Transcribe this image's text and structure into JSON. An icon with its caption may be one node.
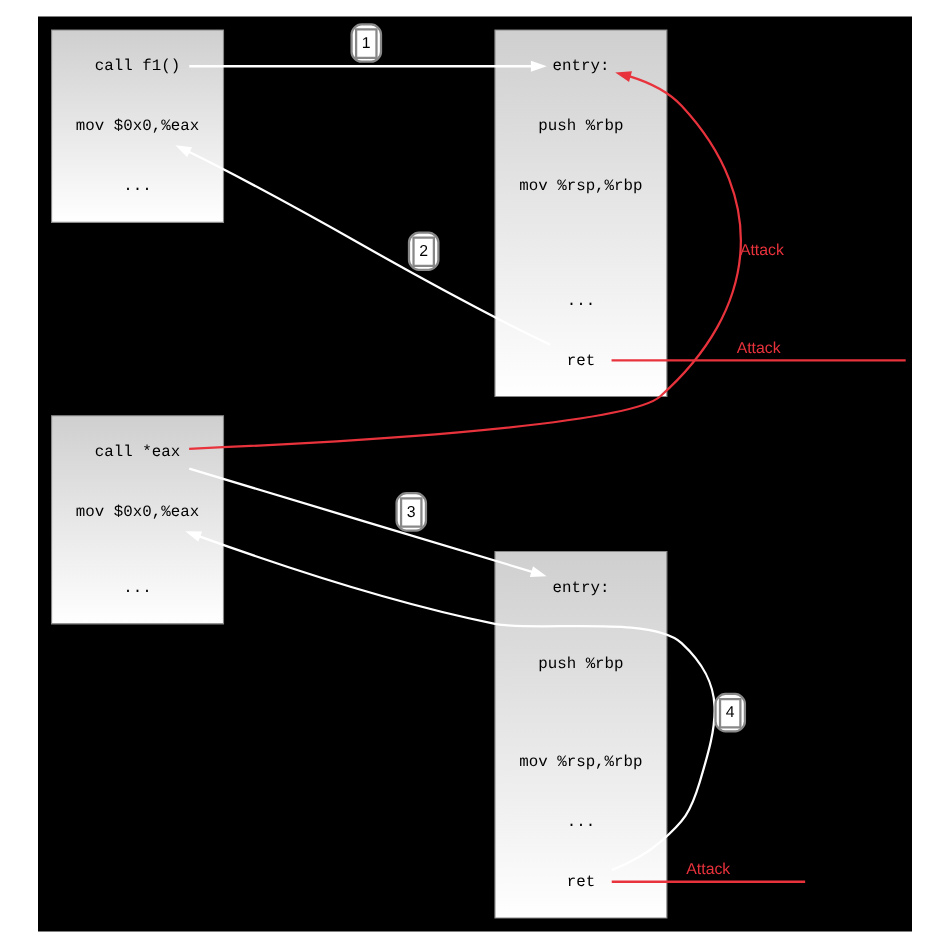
{
  "diagram": {
    "nodes": [
      {
        "text": [],
        "shape": "box"
      },
      {
        "text": [
          "call f1()"
        ],
        "in": 0
      },
      {
        "text": [
          "mov $0x0,%eax"
        ],
        "in": 0
      },
      {
        "text": [
          "..."
        ],
        "in": 0
      },
      {
        "text": [],
        "shape": "box"
      },
      {
        "text": [
          "entry:"
        ],
        "in": 4
      },
      {
        "text": [
          "push %rbp"
        ],
        "in": 4
      },
      {
        "text": [
          "mov %rsp,%rbp"
        ],
        "in": 4
      },
      {
        "text": [
          "..."
        ],
        "in": 4
      },
      {
        "text": [
          "ret"
        ],
        "in": 4
      },
      {
        "text": [],
        "shape": "box"
      },
      {
        "text": [
          "call *eax"
        ],
        "in": 10
      },
      {
        "text": [
          "mov $0x0,%eax"
        ],
        "in": 10
      },
      {
        "text": [
          "..."
        ],
        "in": 10
      },
      {
        "text": [],
        "shape": "box"
      },
      {
        "text": [
          "entry:"
        ],
        "in": 14
      },
      {
        "text": [
          "push %rbp"
        ],
        "in": 14
      },
      {
        "text": [
          "mov %rsp,%rbp"
        ],
        "in": 14
      },
      {
        "text": [
          "..."
        ],
        "in": 14
      },
      {
        "text": [
          "ret"
        ],
        "in": 14
      }
    ],
    "edges": [
      {
        "from": 1,
        "to": 5,
        "arrow": "to",
        "label": "1"
      },
      {
        "from": 9,
        "to": 2,
        "arrow": "to",
        "label": "2"
      },
      {
        "from": 11,
        "to": 15,
        "arrow": "to",
        "label": "3"
      },
      {
        "from": 19,
        "to": 12,
        "arrow": "to",
        "label": "4"
      },
      {
        "from": 11,
        "to": 5,
        "arrow": "to",
        "label": "Attack",
        "color": "#e8323c"
      },
      {
        "from": 9,
        "to": null,
        "arrow": "none",
        "label": "Attack",
        "color": "#e8323c"
      },
      {
        "from": 19,
        "to": null,
        "arrow": "none",
        "label": "Attack",
        "color": "#e8323c"
      }
    ]
  }
}
